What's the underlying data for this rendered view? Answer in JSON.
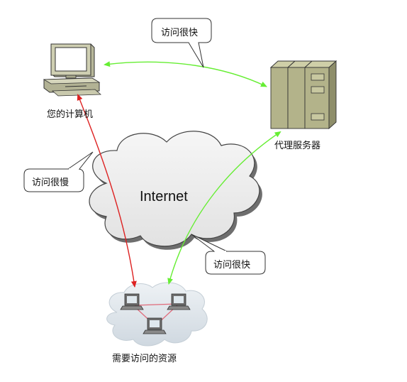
{
  "nodes": {
    "computer": {
      "label": "您的计算机"
    },
    "proxy": {
      "label": "代理服务器"
    },
    "internet": {
      "label": "Internet"
    },
    "resource": {
      "label": "需要访问的资源"
    }
  },
  "callouts": {
    "top": "访问很快",
    "left": "访问很慢",
    "bottom": "访问很快"
  },
  "colors": {
    "fast_arrow": "#66ee33",
    "slow_arrow": "#dd2222",
    "server_body": "#b3b38a",
    "monitor_body": "#c8c8a8",
    "cloud_fill": "#ececec",
    "resource_cloud": "#dde4ea",
    "link_line": "#e06a7a"
  }
}
